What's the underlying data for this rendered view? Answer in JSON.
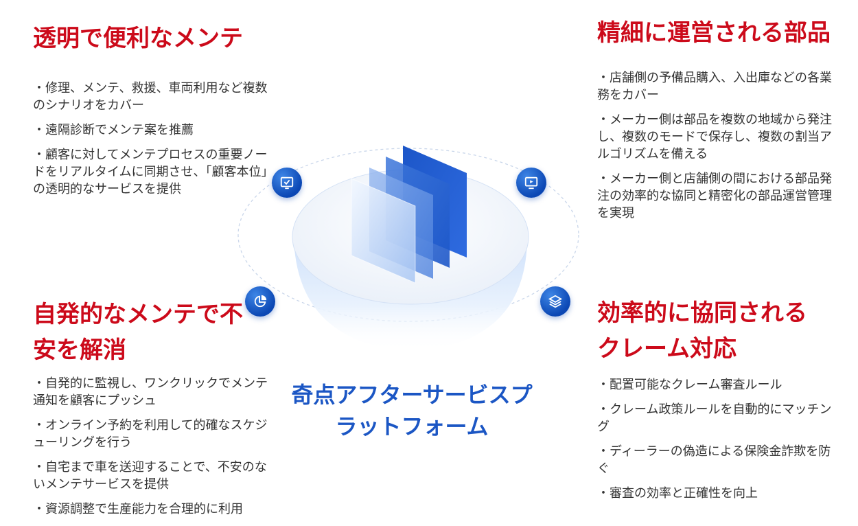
{
  "top_left": {
    "title": "透明で便利なメンテ",
    "items": [
      "・修理、メンテ、救援、車両利用など複数のシナリオをカバー",
      "・遠隔診断でメンテ案を推薦",
      "・顧客に対してメンテプロセスの重要ノードをリアルタイムに同期させ、「顧客本位」の透明的なサービスを提供"
    ]
  },
  "top_right": {
    "title": "精細に運営される部品",
    "items": [
      "・店舗側の予備品購入、入出庫などの各業務をカバー",
      "・メーカー側は部品を複数の地域から発注し、複数のモードで保存し、複数の割当アルゴリズムを備える",
      "・メーカー側と店舗側の間における部品発注の効率的な協同と精密化の部品運営管理を実現"
    ]
  },
  "bottom_left": {
    "title_line1": "自発的なメンテで不",
    "title_line2": "安を解消",
    "items": [
      "・自発的に監視し、ワンクリックでメンテ通知を顧客にプッシュ",
      "・オンライン予約を利用して的確なスケジューリングを行う",
      "・自宅まで車を送迎することで、不安のないメンテサービスを提供",
      "・資源調整で生産能力を合理的に利用"
    ]
  },
  "bottom_right": {
    "title_line1": "効率的に協同される",
    "title_line2": "クレーム対応",
    "items": [
      "・配置可能なクレーム審査ルール",
      "・クレーム政策ルールを自動的にマッチング",
      "・ディーラーの偽造による保険金詐欺を防ぐ",
      "・審査の効率と正確性を向上"
    ]
  },
  "center": {
    "title_line1": "奇点アフターサービスプ",
    "title_line2": "ラットフォーム"
  },
  "icons": {
    "top_left": "monitor-check-icon",
    "top_right": "video-screen-icon",
    "bottom_left": "pie-chart-icon",
    "bottom_right": "layers-icon"
  },
  "colors": {
    "title_red": "#cc0a1a",
    "accent_blue": "#1b56c4",
    "body_text": "#333333"
  }
}
